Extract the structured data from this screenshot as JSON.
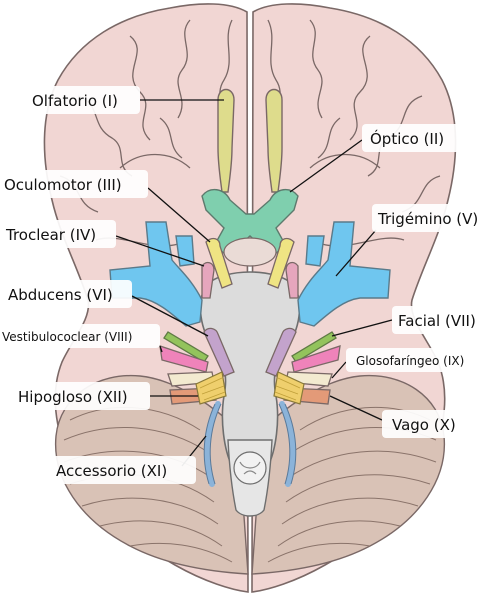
{
  "colors": {
    "brain": "#f1d6d3",
    "brain_stroke": "#7a6866",
    "cerebellum": "#d9c2b6",
    "brainstem": "#dcdcdc",
    "olfactory": "#dedc8c",
    "optic": "#7fcfae",
    "oculomotor": "#efe483",
    "trochlear": "#e6a6bd",
    "trigeminal": "#6fc6ef",
    "abducens": "#c3a3cc",
    "facial": "#93c35c",
    "vestibulocochlear": "#ef83ba",
    "glossopharyngeal": "#f3ead0",
    "vagus": "#e39a78",
    "hypoglossal": "#efcf6d",
    "accessory": "#8bb3d9"
  },
  "nerves": [
    {
      "id": "olfatorio",
      "label": "Olfatorio (I)"
    },
    {
      "id": "optico",
      "label": "Óptico (II)"
    },
    {
      "id": "oculomotor",
      "label": "Oculomotor (III)"
    },
    {
      "id": "troclear",
      "label": "Troclear (IV)"
    },
    {
      "id": "trigemino",
      "label": "Trigémino (V)"
    },
    {
      "id": "abducens",
      "label": "Abducens (VI)"
    },
    {
      "id": "facial",
      "label": "Facial (VII)"
    },
    {
      "id": "vestibulococlear",
      "label": "Vestibulococlear (VIII)"
    },
    {
      "id": "glosofaringeo",
      "label": "Glosofaríngeo (IX)"
    },
    {
      "id": "vago",
      "label": "Vago (X)"
    },
    {
      "id": "accesorio",
      "label": "Accessorio (XI)"
    },
    {
      "id": "hipogloso",
      "label": "Hipogloso (XII)"
    }
  ]
}
